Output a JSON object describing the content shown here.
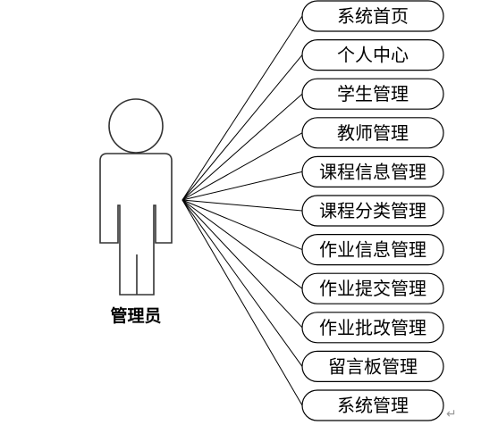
{
  "actor": {
    "label": "管理员"
  },
  "nodes": [
    {
      "label": "系统首页"
    },
    {
      "label": "个人中心"
    },
    {
      "label": "学生管理"
    },
    {
      "label": "教师管理"
    },
    {
      "label": "课程信息管理"
    },
    {
      "label": "课程分类管理"
    },
    {
      "label": "作业信息管理"
    },
    {
      "label": "作业提交管理"
    },
    {
      "label": "作业批改管理"
    },
    {
      "label": "留言板管理"
    },
    {
      "label": "系统管理"
    }
  ],
  "paragraph_mark": "↵"
}
